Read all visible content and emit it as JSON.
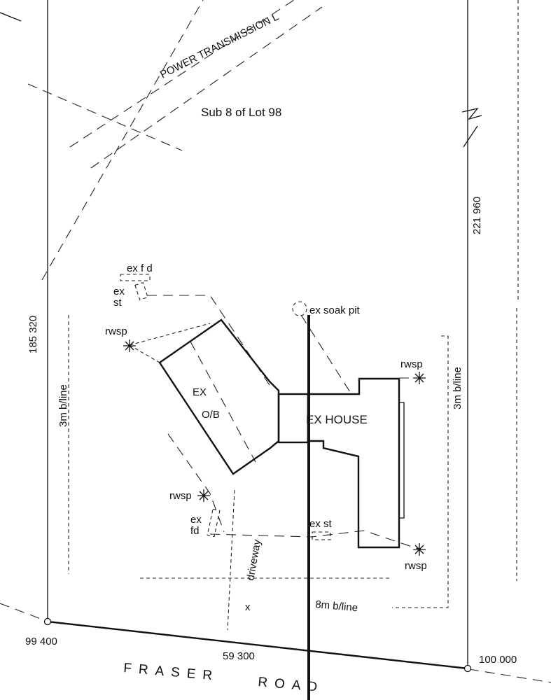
{
  "plan": {
    "power_line_label": "POWER TRANSMISSION L",
    "lot_title": "Sub 8 of Lot 98",
    "dimensions": {
      "right_side": "221 960",
      "left_side": "185 320",
      "front_left": "99 400",
      "front_middle": "59 300",
      "front_right": "100 000"
    },
    "setbacks": {
      "left": "3m  b/line",
      "right": "3m  b/line",
      "front": "8m   b/line"
    },
    "features": {
      "ex_fd_top": "ex f d",
      "ex_st_top_1": "ex",
      "ex_st_top_2": "st",
      "soak_pit": "ex soak pit",
      "rwsp_1": "rwsp",
      "rwsp_2": "rwsp",
      "rwsp_3": "rwsp",
      "rwsp_4": "rwsp",
      "outbuilding_1": "EX",
      "outbuilding_2": "O/B",
      "house": "EX HOUSE",
      "ex_fd_bottom_1": "ex",
      "ex_fd_bottom_2": "fd",
      "ex_st_bottom": "ex st",
      "driveway": "driveway",
      "marker_x": "x"
    },
    "road_name_1": "FRASER",
    "road_name_2": "ROAD"
  }
}
